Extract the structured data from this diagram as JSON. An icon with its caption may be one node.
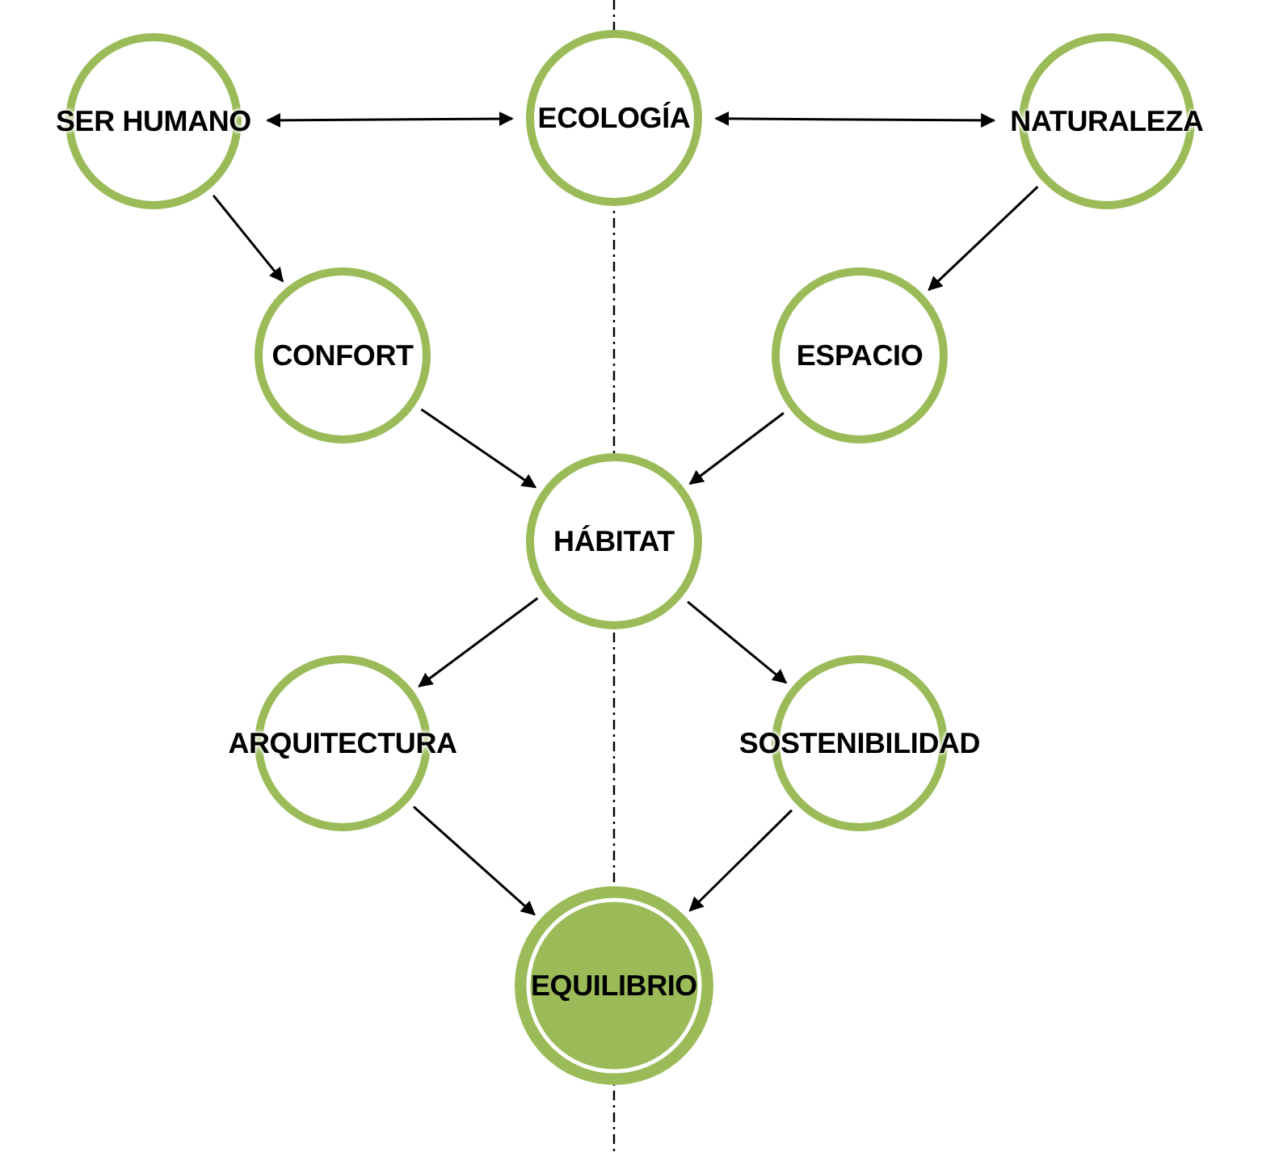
{
  "diagram": {
    "nodes": [
      {
        "text": [
          "SER HUMANO"
        ]
      },
      {
        "text": [
          "ECOLOGÍA"
        ]
      },
      {
        "text": [
          "NATURALEZA"
        ]
      },
      {
        "text": [
          "CONFORT"
        ]
      },
      {
        "text": [
          "ESPACIO"
        ]
      },
      {
        "text": [
          "HÁBITAT"
        ]
      },
      {
        "text": [
          "ARQUITECTURA"
        ]
      },
      {
        "text": [
          "SOSTENIBILIDAD"
        ]
      },
      {
        "text": [
          "EQUILIBRIO"
        ]
      }
    ],
    "edges": [
      {
        "from": 0,
        "to": 1,
        "arrow": "both"
      },
      {
        "from": 1,
        "to": 2,
        "arrow": "both"
      },
      {
        "from": 0,
        "to": 3,
        "arrow": "to"
      },
      {
        "from": 2,
        "to": 4,
        "arrow": "to"
      },
      {
        "from": 3,
        "to": 5,
        "arrow": "to"
      },
      {
        "from": 4,
        "to": 5,
        "arrow": "to"
      },
      {
        "from": 5,
        "to": 6,
        "arrow": "to"
      },
      {
        "from": 5,
        "to": 7,
        "arrow": "to"
      },
      {
        "from": 6,
        "to": 8,
        "arrow": "to"
      },
      {
        "from": 7,
        "to": 8,
        "arrow": "to"
      }
    ]
  }
}
